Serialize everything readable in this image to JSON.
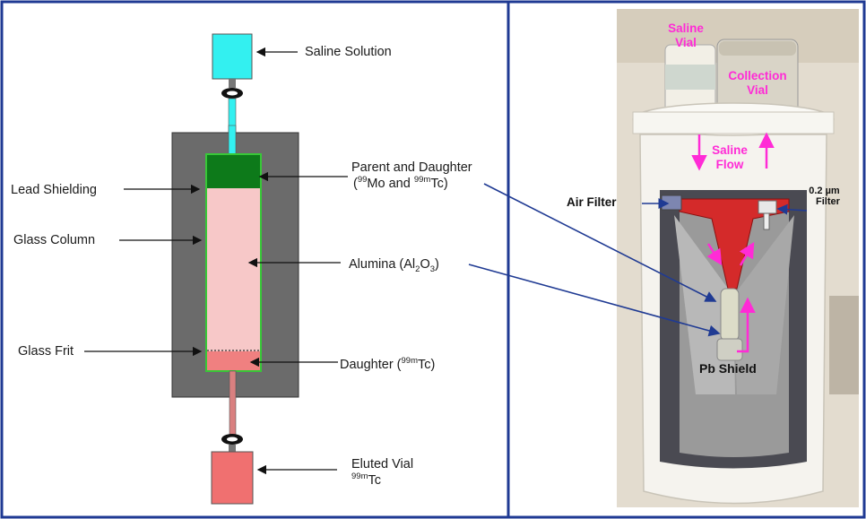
{
  "left_panel": {
    "labels": {
      "saline_solution": "Saline Solution",
      "lead_shielding": "Lead Shielding",
      "glass_column": "Glass Column",
      "glass_frit": "Glass Frit",
      "parent_daughter_line1": "Parent and Daughter",
      "parent_daughter_open": "(",
      "mo_mass": "99",
      "mo_symbol": "Mo and ",
      "tc_mass": "99m",
      "tc_symbol": "Tc)",
      "alumina_prefix": "Alumina (Al",
      "alumina_sub1": "2",
      "alumina_o": "O",
      "alumina_sub2": "3",
      "alumina_suffix": ")",
      "daughter_prefix": "Daughter (",
      "daughter_mass": "99m",
      "daughter_suffix": "Tc)",
      "eluted_vial": "Eluted Vial",
      "eluted_mass": "99m",
      "eluted_symbol": "Tc"
    }
  },
  "right_panel": {
    "labels": {
      "saline_vial_1": "Saline",
      "saline_vial_2": "Vial",
      "collection_vial_1": "Collection",
      "collection_vial_2": "Vial",
      "saline_flow_1": "Saline",
      "saline_flow_2": "Flow",
      "air_filter": "Air Filter",
      "filter_size": "0.2 µm",
      "filter_word": "Filter",
      "pb_shield": "Pb Shield"
    }
  },
  "colors": {
    "border": "#1f3a93",
    "saline": "#33f0f0",
    "lead": "#6b6b6b",
    "parent_band": "#0d7a1a",
    "column": "#f7c8c8",
    "column_edge": "#37c837",
    "daughter_band": "#f08080",
    "eluted_vial": "#f07070",
    "pointer_blue": "#1f3a93",
    "photo_magenta": "#ff2bd6"
  }
}
